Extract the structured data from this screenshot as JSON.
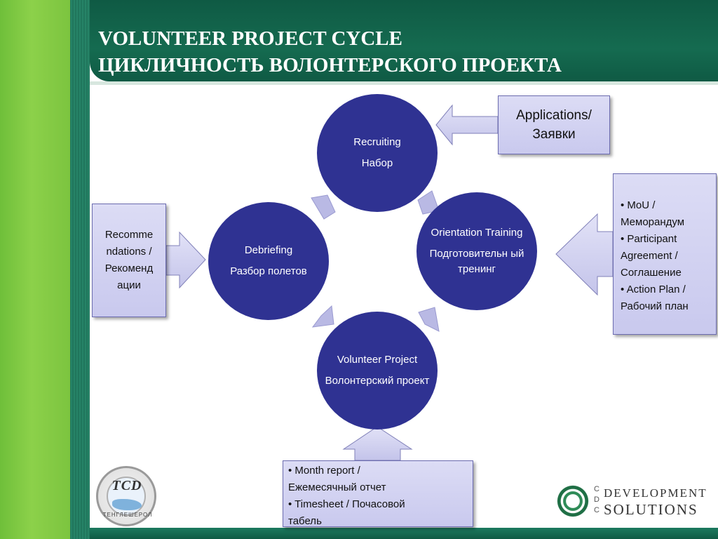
{
  "title": {
    "line1": "VOLUNTEER PROJECT CYCLE",
    "line2": "ЦИКЛИЧНОСТЬ ВОЛОНТЕРСКОГО ПРОЕКТА"
  },
  "cycle": {
    "recruiting": {
      "en": "Recruiting",
      "ru": "Набор"
    },
    "orientation": {
      "en": "Orientation Training",
      "ru": "Подготовительн ый тренинг"
    },
    "project": {
      "en": "Volunteer Project",
      "ru": "Волонтерский проект"
    },
    "debriefing": {
      "en": "Debriefing",
      "ru": "Разбор полетов"
    }
  },
  "boxes": {
    "applications": {
      "line1": "Applications/",
      "line2": "Заявки"
    },
    "recommendations": {
      "line1": "Recomme",
      "line2": "ndations /",
      "line3": "Рекоменд",
      "line4": "ации"
    },
    "agreements": [
      "• MoU /",
      "Меморандум",
      "• Participant",
      "Agreement /",
      "Соглашение",
      "• Action Plan /",
      "Рабочий план"
    ],
    "reports": [
      "• Month report /",
      "Ежемесячный отчет",
      "• Timesheet / Почасовой",
      "табель"
    ]
  },
  "logos": {
    "tcd": {
      "text": "TCD",
      "ring": "ТЕНГЛЕШЕРОЛ"
    },
    "cdc": {
      "letters": [
        "C",
        "D",
        "C"
      ],
      "word1": "DEVELOPMENT",
      "word2": "SOLUTIONS"
    }
  },
  "colors": {
    "circle": "#2f3292",
    "box_fill": "#d4d4f2",
    "arrow_fill": "#d0d0ef",
    "header": "#156b50",
    "accent_green": "#7cc43f"
  }
}
